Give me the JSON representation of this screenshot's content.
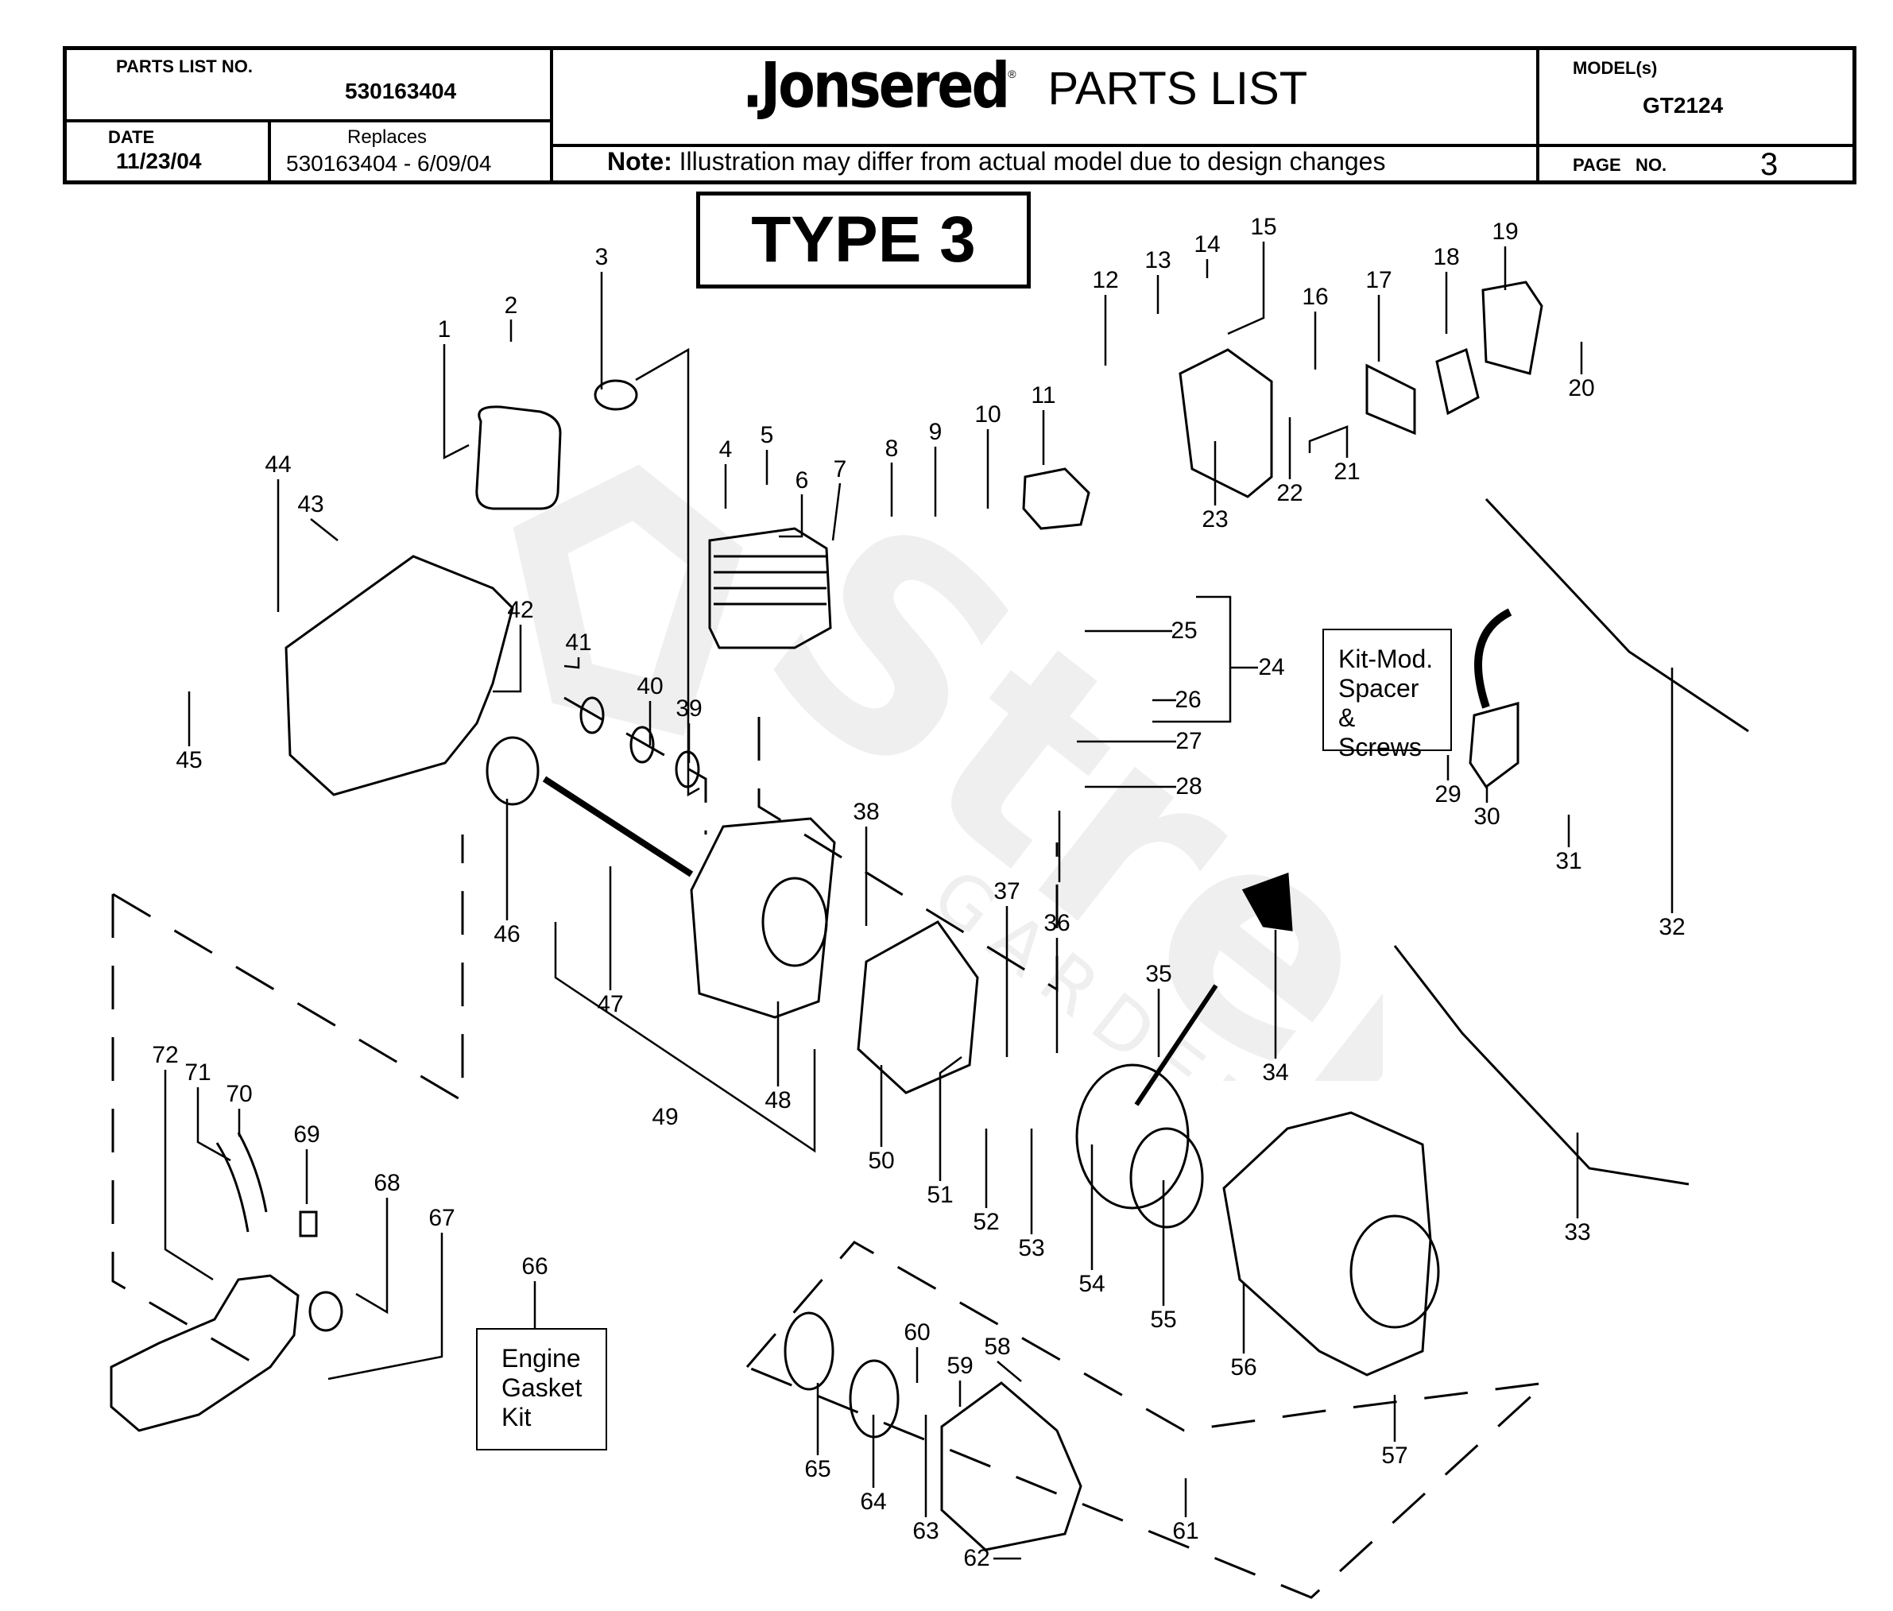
{
  "header": {
    "parts_list_no_label": "PARTS LIST NO.",
    "parts_list_no": "530163404",
    "date_label": "DATE",
    "date": "11/23/04",
    "replaces_label": "Replaces",
    "replaces": "530163404 - 6/09/04",
    "brand": ".Jonsered",
    "brand_mark": "®",
    "title": "PARTS LIST",
    "note_label": "Note:",
    "note_text": " Illustration may differ from actual model due to design changes",
    "models_label": "MODEL(s)",
    "model": "GT2124",
    "page_label": "PAGE   NO.",
    "page_no": "3"
  },
  "type_label": "TYPE 3",
  "kits": {
    "ignition_kit": [
      "Kit-Mod.",
      "Spacer &",
      "Screws"
    ],
    "gasket_kit": [
      "Engine",
      "Gasket",
      "Kit"
    ]
  },
  "watermark": {
    "text": "Strejček",
    "subtext": "GARDEN"
  },
  "callouts": [
    "1",
    "2",
    "3",
    "4",
    "5",
    "6",
    "7",
    "8",
    "9",
    "10",
    "11",
    "12",
    "13",
    "14",
    "15",
    "16",
    "17",
    "18",
    "19",
    "20",
    "21",
    "22",
    "23",
    "24",
    "25",
    "26",
    "27",
    "28",
    "29",
    "30",
    "31",
    "32",
    "33",
    "34",
    "35",
    "36",
    "37",
    "38",
    "39",
    "40",
    "41",
    "42",
    "43",
    "44",
    "45",
    "46",
    "47",
    "48",
    "49",
    "50",
    "51",
    "52",
    "53",
    "54",
    "55",
    "56",
    "57",
    "58",
    "59",
    "60",
    "61",
    "62",
    "63",
    "64",
    "65",
    "66",
    "67",
    "68",
    "69",
    "70",
    "71",
    "72"
  ]
}
